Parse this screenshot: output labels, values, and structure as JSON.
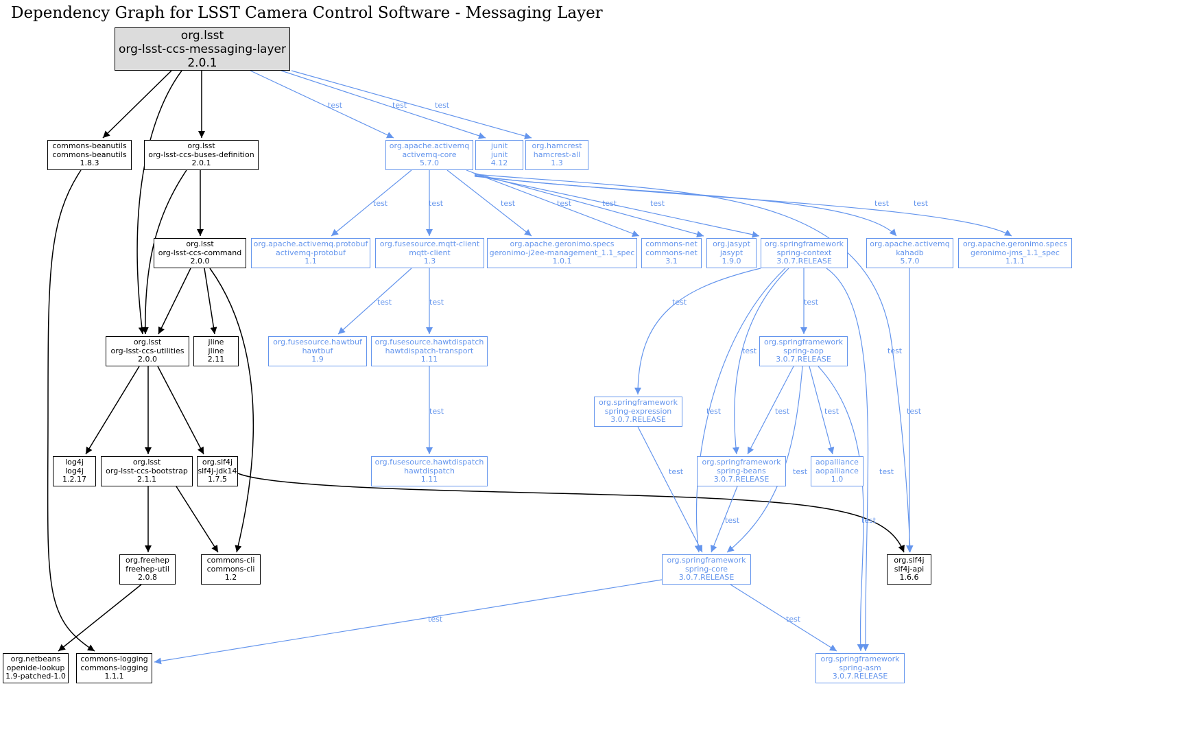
{
  "title": "Dependency Graph for LSST Camera Control Software - Messaging Layer",
  "colors": {
    "compile": "#000000",
    "test": "#6495ED",
    "root_fill": "#dcdcdc"
  },
  "nodes": [
    {
      "id": "root",
      "group": "org.lsst",
      "artifact": "org-lsst-ccs-messaging-layer",
      "version": "2.0.1",
      "scope": "root"
    },
    {
      "id": "beanutils",
      "group": "commons-beanutils",
      "artifact": "commons-beanutils",
      "version": "1.8.3",
      "scope": "compile"
    },
    {
      "id": "buses",
      "group": "org.lsst",
      "artifact": "org-lsst-ccs-buses-definition",
      "version": "2.0.1",
      "scope": "compile"
    },
    {
      "id": "amqcore",
      "group": "org.apache.activemq",
      "artifact": "activemq-core",
      "version": "5.7.0",
      "scope": "test"
    },
    {
      "id": "junit",
      "group": "junit",
      "artifact": "junit",
      "version": "4.12",
      "scope": "test"
    },
    {
      "id": "hamcrest",
      "group": "org.hamcrest",
      "artifact": "hamcrest-all",
      "version": "1.3",
      "scope": "test"
    },
    {
      "id": "command",
      "group": "org.lsst",
      "artifact": "org-lsst-ccs-command",
      "version": "2.0.0",
      "scope": "compile"
    },
    {
      "id": "protobuf",
      "group": "org.apache.activemq.protobuf",
      "artifact": "activemq-protobuf",
      "version": "1.1",
      "scope": "test"
    },
    {
      "id": "mqtt",
      "group": "org.fusesource.mqtt-client",
      "artifact": "mqtt-client",
      "version": "1.3",
      "scope": "test"
    },
    {
      "id": "j2ee",
      "group": "org.apache.geronimo.specs",
      "artifact": "geronimo-j2ee-management_1.1_spec",
      "version": "1.0.1",
      "scope": "test"
    },
    {
      "id": "cnet",
      "group": "commons-net",
      "artifact": "commons-net",
      "version": "3.1",
      "scope": "test"
    },
    {
      "id": "jasypt",
      "group": "org.jasypt",
      "artifact": "jasypt",
      "version": "1.9.0",
      "scope": "test"
    },
    {
      "id": "sctx",
      "group": "org.springframework",
      "artifact": "spring-context",
      "version": "3.0.7.RELEASE",
      "scope": "test"
    },
    {
      "id": "kahadb",
      "group": "org.apache.activemq",
      "artifact": "kahadb",
      "version": "5.7.0",
      "scope": "test"
    },
    {
      "id": "jms",
      "group": "org.apache.geronimo.specs",
      "artifact": "geronimo-jms_1.1_spec",
      "version": "1.1.1",
      "scope": "test"
    },
    {
      "id": "utilities",
      "group": "org.lsst",
      "artifact": "org-lsst-ccs-utilities",
      "version": "2.0.0",
      "scope": "compile"
    },
    {
      "id": "jline",
      "group": "jline",
      "artifact": "jline",
      "version": "2.11",
      "scope": "compile"
    },
    {
      "id": "hawtbuf",
      "group": "org.fusesource.hawtbuf",
      "artifact": "hawtbuf",
      "version": "1.9",
      "scope": "test"
    },
    {
      "id": "hdtrans",
      "group": "org.fusesource.hawtdispatch",
      "artifact": "hawtdispatch-transport",
      "version": "1.11",
      "scope": "test"
    },
    {
      "id": "saop",
      "group": "org.springframework",
      "artifact": "spring-aop",
      "version": "3.0.7.RELEASE",
      "scope": "test"
    },
    {
      "id": "sexpr",
      "group": "org.springframework",
      "artifact": "spring-expression",
      "version": "3.0.7.RELEASE",
      "scope": "test"
    },
    {
      "id": "log4j",
      "group": "log4j",
      "artifact": "log4j",
      "version": "1.2.17",
      "scope": "compile"
    },
    {
      "id": "bootstrap",
      "group": "org.lsst",
      "artifact": "org-lsst-ccs-bootstrap",
      "version": "2.1.1",
      "scope": "compile"
    },
    {
      "id": "jdk14",
      "group": "org.slf4j",
      "artifact": "slf4j-jdk14",
      "version": "1.7.5",
      "scope": "compile"
    },
    {
      "id": "hd",
      "group": "org.fusesource.hawtdispatch",
      "artifact": "hawtdispatch",
      "version": "1.11",
      "scope": "test"
    },
    {
      "id": "sbeans",
      "group": "org.springframework",
      "artifact": "spring-beans",
      "version": "3.0.7.RELEASE",
      "scope": "test"
    },
    {
      "id": "aopalliance",
      "group": "aopalliance",
      "artifact": "aopalliance",
      "version": "1.0",
      "scope": "test"
    },
    {
      "id": "freehep",
      "group": "org.freehep",
      "artifact": "freehep-util",
      "version": "2.0.8",
      "scope": "compile"
    },
    {
      "id": "cli",
      "group": "commons-cli",
      "artifact": "commons-cli",
      "version": "1.2",
      "scope": "compile"
    },
    {
      "id": "score",
      "group": "org.springframework",
      "artifact": "spring-core",
      "version": "3.0.7.RELEASE",
      "scope": "test"
    },
    {
      "id": "slf4japi",
      "group": "org.slf4j",
      "artifact": "slf4j-api",
      "version": "1.6.6",
      "scope": "compile"
    },
    {
      "id": "netbeans",
      "group": "org.netbeans",
      "artifact": "openide-lookup",
      "version": "1.9-patched-1.0",
      "scope": "compile"
    },
    {
      "id": "clog",
      "group": "commons-logging",
      "artifact": "commons-logging",
      "version": "1.1.1",
      "scope": "compile"
    },
    {
      "id": "sasm",
      "group": "org.springframework",
      "artifact": "spring-asm",
      "version": "3.0.7.RELEASE",
      "scope": "test"
    }
  ],
  "edges": [
    {
      "from": "root",
      "to": "beanutils",
      "label": ""
    },
    {
      "from": "root",
      "to": "utilities",
      "label": ""
    },
    {
      "from": "root",
      "to": "buses",
      "label": ""
    },
    {
      "from": "root",
      "to": "amqcore",
      "label": "test"
    },
    {
      "from": "root",
      "to": "junit",
      "label": "test"
    },
    {
      "from": "root",
      "to": "hamcrest",
      "label": "test"
    },
    {
      "from": "beanutils",
      "to": "clog",
      "label": ""
    },
    {
      "from": "buses",
      "to": "command",
      "label": ""
    },
    {
      "from": "buses",
      "to": "utilities",
      "label": ""
    },
    {
      "from": "command",
      "to": "utilities",
      "label": ""
    },
    {
      "from": "command",
      "to": "jline",
      "label": ""
    },
    {
      "from": "command",
      "to": "cli",
      "label": ""
    },
    {
      "from": "utilities",
      "to": "log4j",
      "label": ""
    },
    {
      "from": "utilities",
      "to": "bootstrap",
      "label": ""
    },
    {
      "from": "utilities",
      "to": "jdk14",
      "label": ""
    },
    {
      "from": "bootstrap",
      "to": "freehep",
      "label": ""
    },
    {
      "from": "bootstrap",
      "to": "cli",
      "label": ""
    },
    {
      "from": "freehep",
      "to": "netbeans",
      "label": ""
    },
    {
      "from": "jdk14",
      "to": "slf4japi",
      "label": ""
    },
    {
      "from": "amqcore",
      "to": "protobuf",
      "label": "test"
    },
    {
      "from": "amqcore",
      "to": "mqtt",
      "label": "test"
    },
    {
      "from": "amqcore",
      "to": "j2ee",
      "label": "test"
    },
    {
      "from": "amqcore",
      "to": "cnet",
      "label": "test"
    },
    {
      "from": "amqcore",
      "to": "jasypt",
      "label": "test"
    },
    {
      "from": "amqcore",
      "to": "sctx",
      "label": "test"
    },
    {
      "from": "amqcore",
      "to": "kahadb",
      "label": "test"
    },
    {
      "from": "amqcore",
      "to": "jms",
      "label": "test"
    },
    {
      "from": "amqcore",
      "to": "slf4japi",
      "label": "test"
    },
    {
      "from": "mqtt",
      "to": "hawtbuf",
      "label": "test"
    },
    {
      "from": "mqtt",
      "to": "hdtrans",
      "label": "test"
    },
    {
      "from": "hdtrans",
      "to": "hd",
      "label": "test"
    },
    {
      "from": "sctx",
      "to": "sexpr",
      "label": "test"
    },
    {
      "from": "sctx",
      "to": "saop",
      "label": "test"
    },
    {
      "from": "sctx",
      "to": "sbeans",
      "label": "test"
    },
    {
      "from": "sctx",
      "to": "score",
      "label": "test"
    },
    {
      "from": "sctx",
      "to": "sasm",
      "label": "test"
    },
    {
      "from": "saop",
      "to": "sbeans",
      "label": "test"
    },
    {
      "from": "saop",
      "to": "aopalliance",
      "label": "test"
    },
    {
      "from": "saop",
      "to": "score",
      "label": "test"
    },
    {
      "from": "saop",
      "to": "sasm",
      "label": "test"
    },
    {
      "from": "sexpr",
      "to": "score",
      "label": "test"
    },
    {
      "from": "sbeans",
      "to": "score",
      "label": "test"
    },
    {
      "from": "kahadb",
      "to": "slf4japi",
      "label": "test"
    },
    {
      "from": "score",
      "to": "clog",
      "label": "test"
    },
    {
      "from": "score",
      "to": "sasm",
      "label": "test"
    }
  ]
}
